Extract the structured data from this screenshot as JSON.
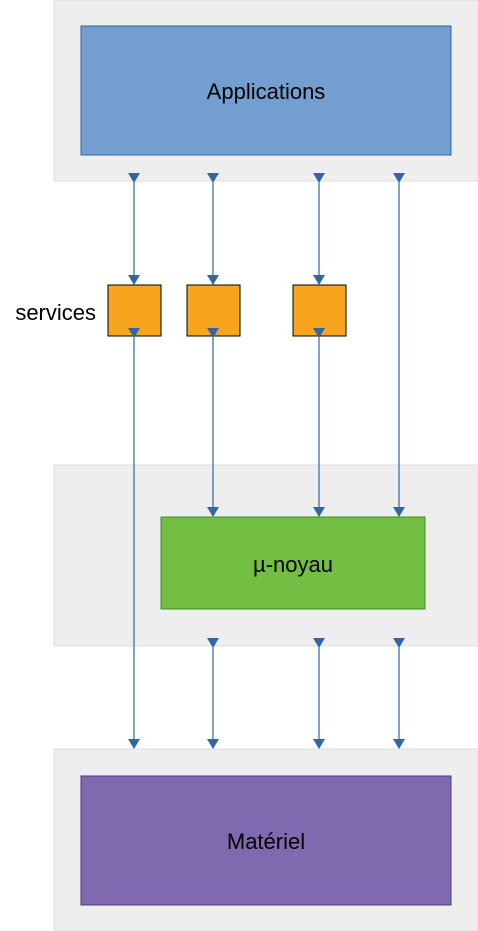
{
  "layers": {
    "applications": {
      "label": "Applications",
      "fill": "#729fcf",
      "stroke": "#3465a4"
    },
    "kernel": {
      "label": "µ-noyau",
      "fill": "#72bf44",
      "stroke": "#3c8f2c"
    },
    "hardware": {
      "label": "Matériel",
      "fill": "#8069ae",
      "stroke": "#4b3a7a"
    }
  },
  "services": {
    "label": "services",
    "fill": "#f8a51e",
    "stroke": "#000000",
    "count": 3
  },
  "colors": {
    "panel": "#eeeeee",
    "panel_border": "#dddddd",
    "arrow": "#3465a4"
  }
}
